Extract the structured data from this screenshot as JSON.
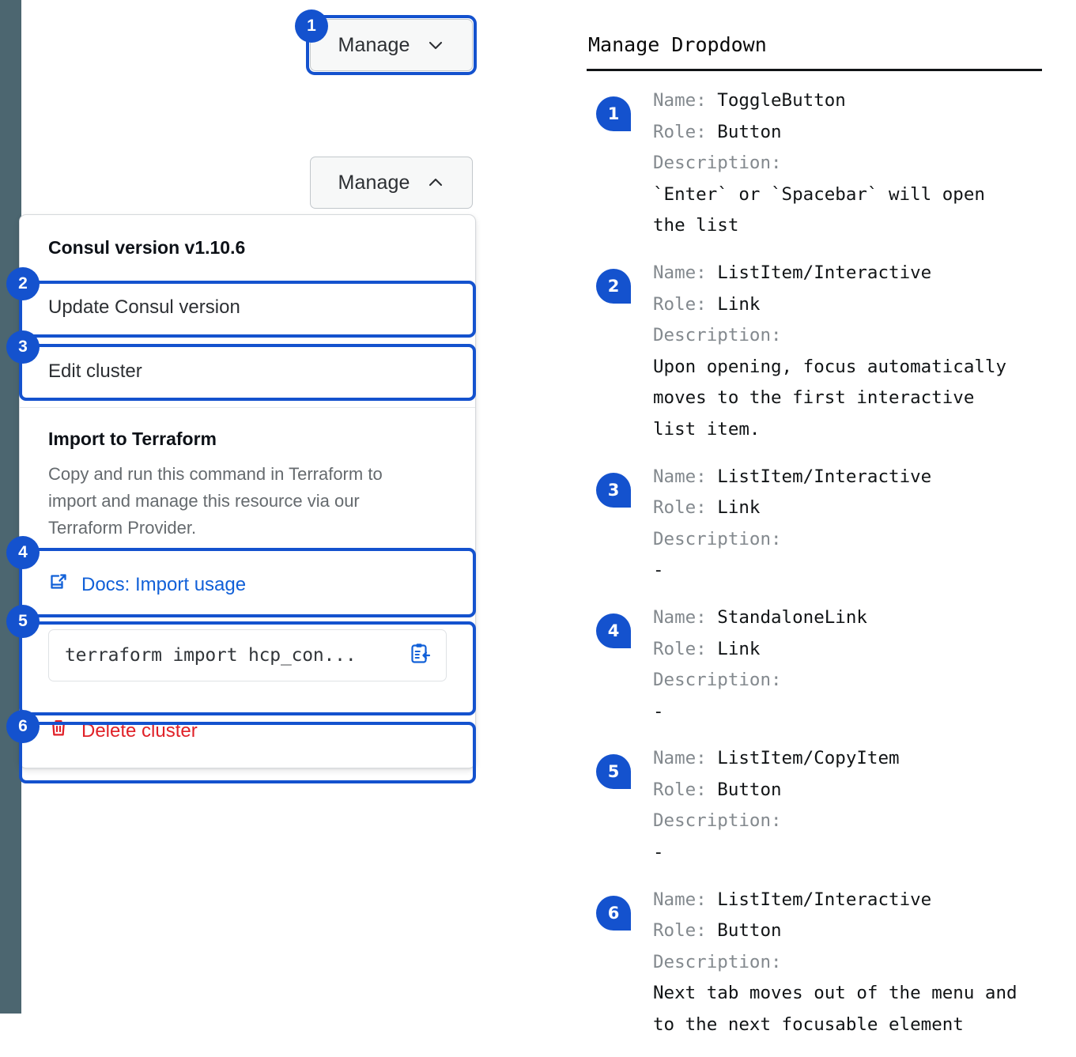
{
  "left_rail": {
    "color": "#4c6670"
  },
  "accent": {
    "blue": "#1452ce",
    "link": "#1160d8",
    "danger": "#e02128"
  },
  "ui": {
    "toggle_closed": {
      "label": "Manage",
      "icon": "chevron-down-icon"
    },
    "toggle_open": {
      "label": "Manage",
      "icon": "chevron-up-icon"
    },
    "menu": {
      "heading": "Consul version v1.10.6",
      "item_update": "Update Consul version",
      "item_edit": "Edit cluster",
      "section_title": "Import to Terraform",
      "section_body": "Copy and run this command in Terraform to import and manage this resource via our Terraform Provider.",
      "docs_link": "Docs: Import usage",
      "docs_link_icon": "external-link-docs-icon",
      "code_value": "terraform import hcp_con...",
      "copy_icon": "clipboard-copy-icon",
      "delete_label": "Delete cluster",
      "delete_icon": "trash-icon"
    },
    "badges": [
      "1",
      "2",
      "3",
      "4",
      "5",
      "6"
    ]
  },
  "doc": {
    "title": "Manage Dropdown",
    "labels": {
      "name": "Name:",
      "role": "Role:",
      "description": "Description:"
    },
    "entries": [
      {
        "num": "1",
        "name": "ToggleButton",
        "role": "Button",
        "description": "`Enter` or `Spacebar` will open\nthe list"
      },
      {
        "num": "2",
        "name": "ListItem/Interactive",
        "role": "Link",
        "description": "Upon opening, focus automatically\nmoves to the first interactive\nlist item."
      },
      {
        "num": "3",
        "name": "ListItem/Interactive",
        "role": "Link",
        "description": "-"
      },
      {
        "num": "4",
        "name": "StandaloneLink",
        "role": "Link",
        "description": "-"
      },
      {
        "num": "5",
        "name": "ListItem/CopyItem",
        "role": "Button",
        "description": "-"
      },
      {
        "num": "6",
        "name": "ListItem/Interactive",
        "role": "Button",
        "description": "Next tab moves out of the menu and\nto the next focusable element"
      }
    ]
  }
}
